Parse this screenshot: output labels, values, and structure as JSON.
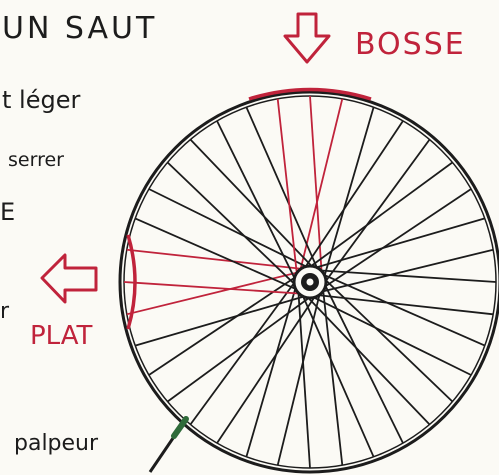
{
  "texts": {
    "title": "UN SAUT",
    "line_leger": "t léger",
    "line_serrer": "serrer",
    "line_e": "E",
    "line_r": "r",
    "probe": "palpeur"
  },
  "labels": {
    "bump": "BOSSE",
    "flat": "PLAT"
  },
  "icons": {
    "bump_arrow": "arrow-down-outline",
    "flat_arrow": "arrow-left-outline"
  },
  "colors": {
    "ink": "#1c1c1c",
    "red": "#c0233b",
    "paper": "#fbfaf5",
    "probe_green": "#2f6b3a"
  }
}
